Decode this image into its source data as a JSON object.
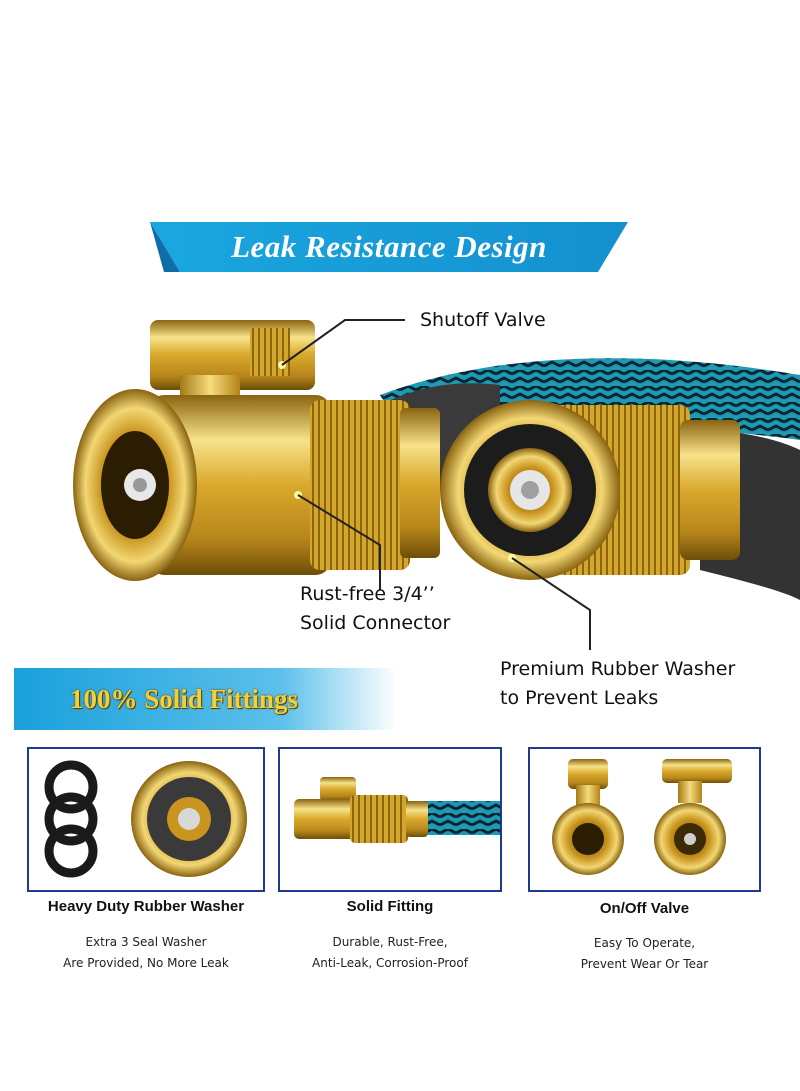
{
  "banner": {
    "title": "Leak Resistance Design",
    "color": "#1aa0dc"
  },
  "callouts": {
    "shutoff": "Shutoff Valve",
    "connector_line1": "Rust-free 3/4’’",
    "connector_line2": "Solid Connector",
    "washer_line1": "Premium Rubber Washer",
    "washer_line2": "to Prevent Leaks"
  },
  "section": {
    "title": "100% Solid Fittings",
    "text_color": "#f3cf3c",
    "bg_color": "#1aa0dc"
  },
  "features": [
    {
      "title": "Heavy Duty Rubber Washer",
      "desc_line1": "Extra 3 Seal Washer",
      "desc_line2": "Are Provided, No More Leak",
      "icon": "rubber-washer-icon"
    },
    {
      "title": "Solid Fitting",
      "desc_line1": "Durable, Rust-Free,",
      "desc_line2": "Anti-Leak, Corrosion-Proof",
      "icon": "hose-fitting-icon"
    },
    {
      "title": "On/Off Valve",
      "desc_line1": "Easy To Operate,",
      "desc_line2": "Prevent Wear Or Tear",
      "icon": "valve-icon"
    }
  ],
  "colors": {
    "brass": "#d4a62a",
    "hose_teal": "#1e9ab5",
    "panel_border": "#1f3a8f"
  }
}
